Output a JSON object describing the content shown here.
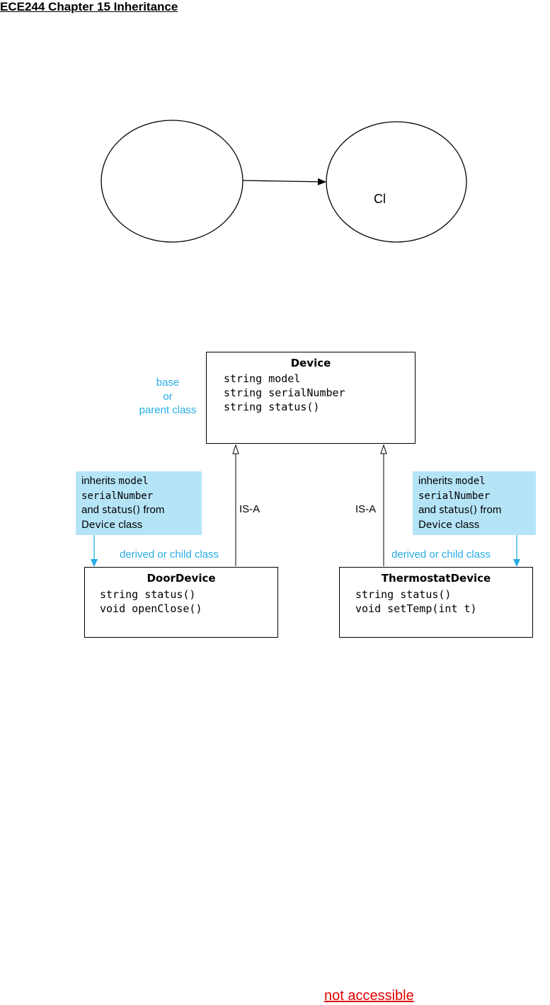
{
  "document": {
    "title": "ECE244 Chapter 15 Inheritance",
    "footer_note": "not accessible"
  },
  "top_diagram": {
    "circle_right_fragment": "Cl",
    "arrow_fragment": "· ·"
  },
  "uml": {
    "base_class": {
      "name": "Device",
      "members": [
        "string model",
        "string serialNumber",
        "string status()"
      ]
    },
    "base_label_lines": [
      "base",
      "or",
      "parent class"
    ],
    "derived_left": {
      "name": "DoorDevice",
      "members": [
        "string status()",
        "void openClose()"
      ]
    },
    "derived_right": {
      "name": "ThermostatDevice",
      "members": [
        "string status()",
        "void setTemp(int t)"
      ]
    },
    "isa_label": "IS-A",
    "derived_label": "derived or child class",
    "note": {
      "line1_text": "inherits",
      "line1_mono": "model",
      "line2_mono": "serialNumber",
      "line3_text_a": "and",
      "line3_mono": "status()",
      "line3_text_b": "from",
      "line4_name": "Device",
      "line4_text": "class"
    },
    "colors": {
      "note_bg": "#b5e4f7",
      "cyan": "#26ade4",
      "footer_red": "#e00000"
    }
  }
}
